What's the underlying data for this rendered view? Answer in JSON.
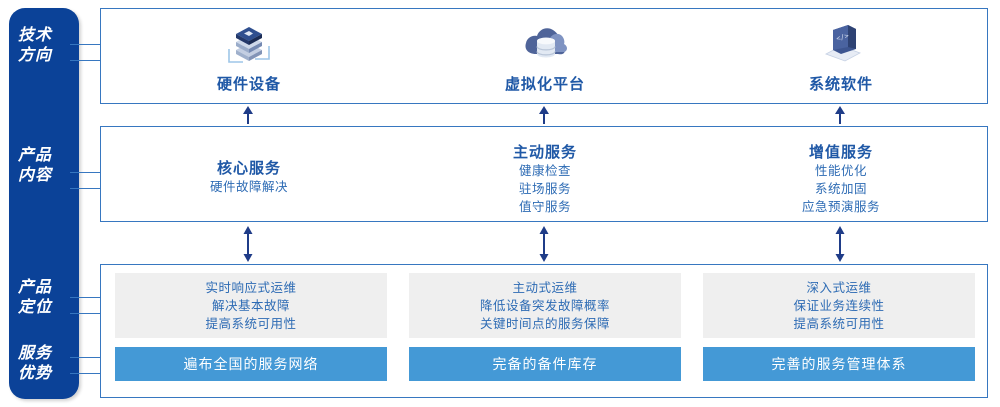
{
  "colors": {
    "sidebar_bg": "#0B4298",
    "panel_border": "#3777C0",
    "heading_blue": "#1F58A6",
    "body_blue": "#2D6BB4",
    "bar_blue": "#4499D6",
    "card_grey": "#EFEFEF",
    "arrow_navy": "#1F3C88"
  },
  "sidebar": {
    "items": [
      {
        "id": "tech-direction",
        "lines": [
          "技术",
          "方向"
        ]
      },
      {
        "id": "product-content",
        "lines": [
          "产品",
          "内容"
        ]
      },
      {
        "id": "product-position",
        "lines": [
          "产品",
          "定位"
        ]
      },
      {
        "id": "service-advantage",
        "lines": [
          "服务",
          "优势"
        ]
      }
    ]
  },
  "tech_row": {
    "columns": [
      {
        "icon": "server-stack-icon",
        "title": "硬件设备"
      },
      {
        "icon": "cloud-database-icon",
        "title": "虚拟化平台"
      },
      {
        "icon": "laptop-code-icon",
        "title": "系统软件"
      }
    ]
  },
  "content_row": {
    "columns": [
      {
        "heading": "核心服务",
        "items": [
          "硬件故障解决"
        ]
      },
      {
        "heading": "主动服务",
        "items": [
          "健康检查",
          "驻场服务",
          "值守服务"
        ]
      },
      {
        "heading": "增值服务",
        "items": [
          "性能优化",
          "系统加固",
          "应急预演服务"
        ]
      }
    ]
  },
  "bottom_row": {
    "columns": [
      {
        "positioning": [
          "实时响应式运维",
          "解决基本故障",
          "提高系统可用性"
        ],
        "advantage": "遍布全国的服务网络"
      },
      {
        "positioning": [
          "主动式运维",
          "降低设备突发故障概率",
          "关键时间点的服务保障"
        ],
        "advantage": "完备的备件库存"
      },
      {
        "positioning": [
          "深入式运维",
          "保证业务连续性",
          "提高系统可用性"
        ],
        "advantage": "完善的服务管理体系"
      }
    ]
  },
  "connectors": {
    "tech_to_content": [
      "arrow-up-icon",
      "arrow-up-icon",
      "arrow-up-icon"
    ],
    "content_to_bottom": [
      "arrow-up-down-icon",
      "arrow-up-down-icon",
      "arrow-up-down-icon"
    ]
  }
}
